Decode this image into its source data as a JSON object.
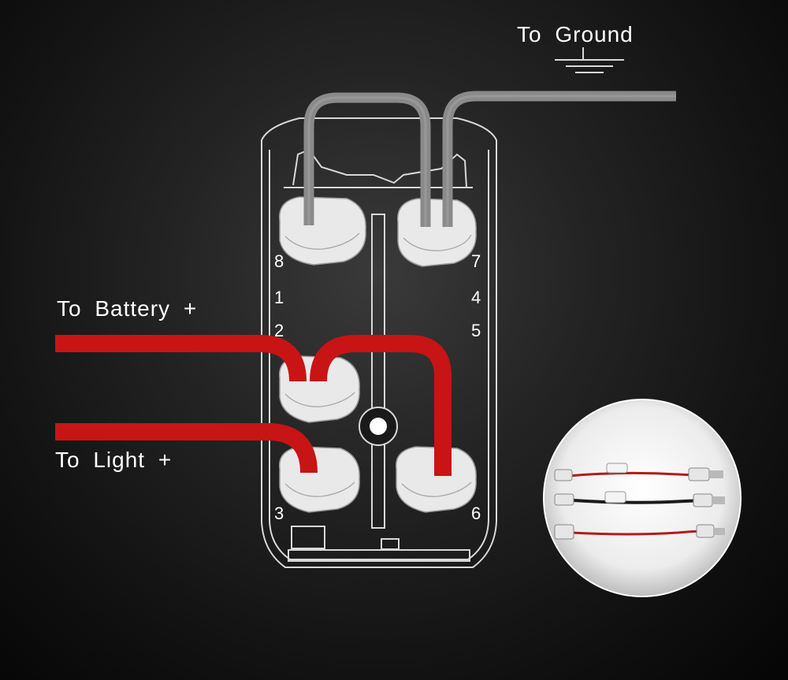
{
  "labels": {
    "ground": "To Ground",
    "battery": "To Battery +",
    "light": "To Light +"
  },
  "pins": [
    "8",
    "1",
    "2",
    "3",
    "7",
    "4",
    "5",
    "6"
  ],
  "colors": {
    "background": "#151515",
    "outline": "#d8d8d8",
    "terminal": "#e9e9e9",
    "wire_red": "#c81414",
    "wire_gray": "#8a8a8a",
    "text": "#ffffff"
  },
  "inset": {
    "content": "wire harness with quick-connect terminals",
    "harness_count": 3,
    "harness_colors": [
      "red",
      "black",
      "red"
    ]
  }
}
